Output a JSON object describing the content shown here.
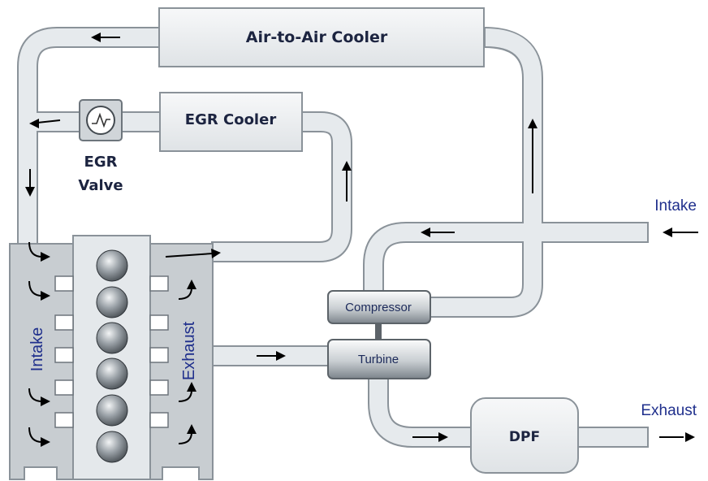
{
  "labels": {
    "air_cooler": "Air-to-Air Cooler",
    "egr_cooler": "EGR Cooler",
    "egr_valve_line1": "EGR",
    "egr_valve_line2": "Valve",
    "intake_right": "Intake",
    "compressor": "Compressor",
    "turbine": "Turbine",
    "dpf": "DPF",
    "exhaust_right": "Exhaust",
    "intake_manifold": "Intake",
    "exhaust_manifold": "Exhaust"
  },
  "colors": {
    "pipe_fill": "#e6eaed",
    "pipe_stroke": "#8a9299",
    "label_blue": "#1f2f8c",
    "label_dark": "#1c2440",
    "arrow": "#000000"
  },
  "icons": [
    "valve-gauge-icon",
    "cylinder-icon",
    "flow-arrow-icon"
  ]
}
